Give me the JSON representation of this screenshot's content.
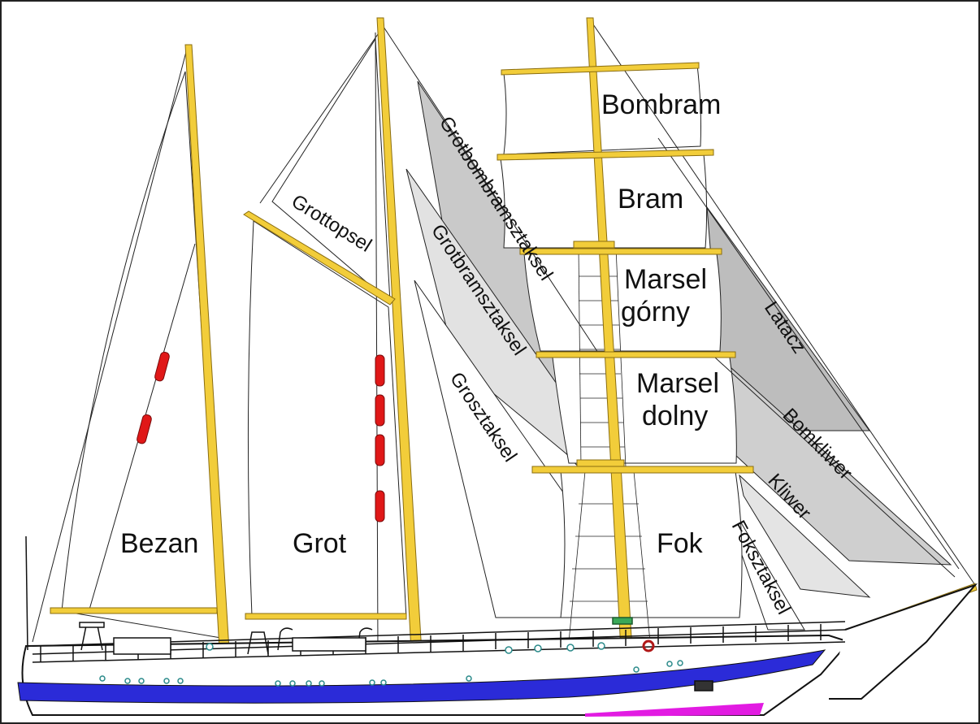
{
  "colors": {
    "mast": "#f2cd3a",
    "mast_edge": "#8a6d10",
    "sail_white": "#ffffff",
    "sail_light": "#e4e4e4",
    "sail_mid": "#cfcfcf",
    "sail_dark": "#bdbdbd",
    "hull_blue": "#2b2bd8",
    "hull_magenta": "#e21be2",
    "float_red": "#e01818",
    "line": "#111111",
    "porthole": "#2a8a8a"
  },
  "labels": {
    "bombram": "Bombram",
    "bram": "Bram",
    "marsel_gorny_1": "Marsel",
    "marsel_gorny_2": "górny",
    "marsel_dolny_1": "Marsel",
    "marsel_dolny_2": "dolny",
    "fok": "Fok",
    "grot": "Grot",
    "bezan": "Bezan",
    "grottopsel": "Grottopsel",
    "grotbombramsztaksel": "Grotbombramsztaksel",
    "grotbramsztaksel": "Grotbramsztaksel",
    "grosztaksel": "Grosztaksel",
    "latacz": "Latacz",
    "bomkliwer": "Bomkliwer",
    "kliwer": "Kliwer",
    "foksztaksel": "Foksztaksel"
  }
}
